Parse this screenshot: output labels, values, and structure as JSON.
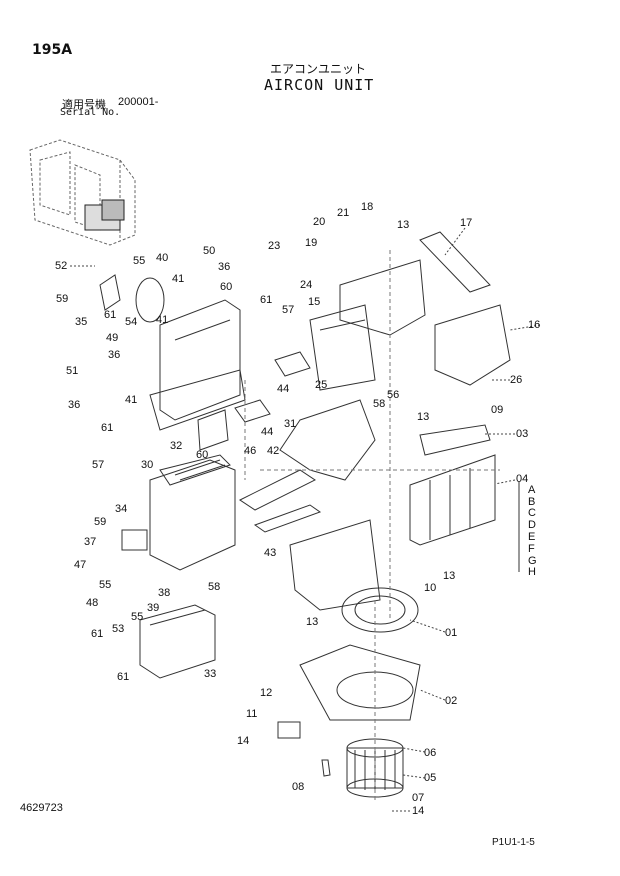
{
  "header": {
    "page_code": "195A",
    "title_jp": "エアコンユニット",
    "title_en": "AIRCON UNIT",
    "serial_label_jp": "適用号機",
    "serial_value": "200001-",
    "serial_label_en": "Serial No."
  },
  "footer": {
    "document_number": "4629723",
    "page_reference": "P1U1-1-5"
  },
  "callouts": [
    {
      "id": "c52",
      "text": "52"
    },
    {
      "id": "c55a",
      "text": "55"
    },
    {
      "id": "c40",
      "text": "40"
    },
    {
      "id": "c50",
      "text": "50"
    },
    {
      "id": "c36a",
      "text": "36"
    },
    {
      "id": "c41a",
      "text": "41"
    },
    {
      "id": "c60a",
      "text": "60"
    },
    {
      "id": "c59a",
      "text": "59"
    },
    {
      "id": "c35",
      "text": "35"
    },
    {
      "id": "c61a",
      "text": "61"
    },
    {
      "id": "c54",
      "text": "54"
    },
    {
      "id": "c41b",
      "text": "41"
    },
    {
      "id": "c49",
      "text": "49"
    },
    {
      "id": "c36b",
      "text": "36"
    },
    {
      "id": "c51",
      "text": "51"
    },
    {
      "id": "c41c",
      "text": "41"
    },
    {
      "id": "c36c",
      "text": "36"
    },
    {
      "id": "c61b",
      "text": "61"
    },
    {
      "id": "c57a",
      "text": "57"
    },
    {
      "id": "c32",
      "text": "32"
    },
    {
      "id": "c46",
      "text": "46"
    },
    {
      "id": "c30",
      "text": "30"
    },
    {
      "id": "c60b",
      "text": "60"
    },
    {
      "id": "c42",
      "text": "42"
    },
    {
      "id": "c34",
      "text": "34"
    },
    {
      "id": "c59b",
      "text": "59"
    },
    {
      "id": "c37",
      "text": "37"
    },
    {
      "id": "c47",
      "text": "47"
    },
    {
      "id": "c55b",
      "text": "55"
    },
    {
      "id": "c48",
      "text": "48"
    },
    {
      "id": "c38",
      "text": "38"
    },
    {
      "id": "c39",
      "text": "39"
    },
    {
      "id": "c55c",
      "text": "55"
    },
    {
      "id": "c53",
      "text": "53"
    },
    {
      "id": "c61c",
      "text": "61"
    },
    {
      "id": "c43",
      "text": "43"
    },
    {
      "id": "c58a",
      "text": "58"
    },
    {
      "id": "c33",
      "text": "33"
    },
    {
      "id": "c61d",
      "text": "61"
    },
    {
      "id": "c18",
      "text": "18"
    },
    {
      "id": "c21",
      "text": "21"
    },
    {
      "id": "c20",
      "text": "20"
    },
    {
      "id": "c13a",
      "text": "13"
    },
    {
      "id": "c17",
      "text": "17"
    },
    {
      "id": "c23",
      "text": "23"
    },
    {
      "id": "c19",
      "text": "19"
    },
    {
      "id": "c24",
      "text": "24"
    },
    {
      "id": "c15",
      "text": "15"
    },
    {
      "id": "c61e",
      "text": "61"
    },
    {
      "id": "c57b",
      "text": "57"
    },
    {
      "id": "c16",
      "text": "16"
    },
    {
      "id": "c44a",
      "text": "44"
    },
    {
      "id": "c25",
      "text": "25"
    },
    {
      "id": "c26",
      "text": "26"
    },
    {
      "id": "c56",
      "text": "56"
    },
    {
      "id": "c58b",
      "text": "58"
    },
    {
      "id": "c44b",
      "text": "44"
    },
    {
      "id": "c31",
      "text": "31"
    },
    {
      "id": "c13b",
      "text": "13"
    },
    {
      "id": "c09",
      "text": "09"
    },
    {
      "id": "c03",
      "text": "03"
    },
    {
      "id": "c04",
      "text": "04"
    },
    {
      "id": "c13c",
      "text": "13"
    },
    {
      "id": "c10",
      "text": "10"
    },
    {
      "id": "c13d",
      "text": "13"
    },
    {
      "id": "c01",
      "text": "01"
    },
    {
      "id": "c12",
      "text": "12"
    },
    {
      "id": "c02",
      "text": "02"
    },
    {
      "id": "c11",
      "text": "11"
    },
    {
      "id": "c14a",
      "text": "14"
    },
    {
      "id": "c06",
      "text": "06"
    },
    {
      "id": "c05",
      "text": "05"
    },
    {
      "id": "c08",
      "text": "08"
    },
    {
      "id": "c07",
      "text": "07"
    },
    {
      "id": "c14b",
      "text": "14"
    }
  ],
  "variants": [
    "A",
    "B",
    "C",
    "D",
    "E",
    "F",
    "G",
    "H"
  ]
}
